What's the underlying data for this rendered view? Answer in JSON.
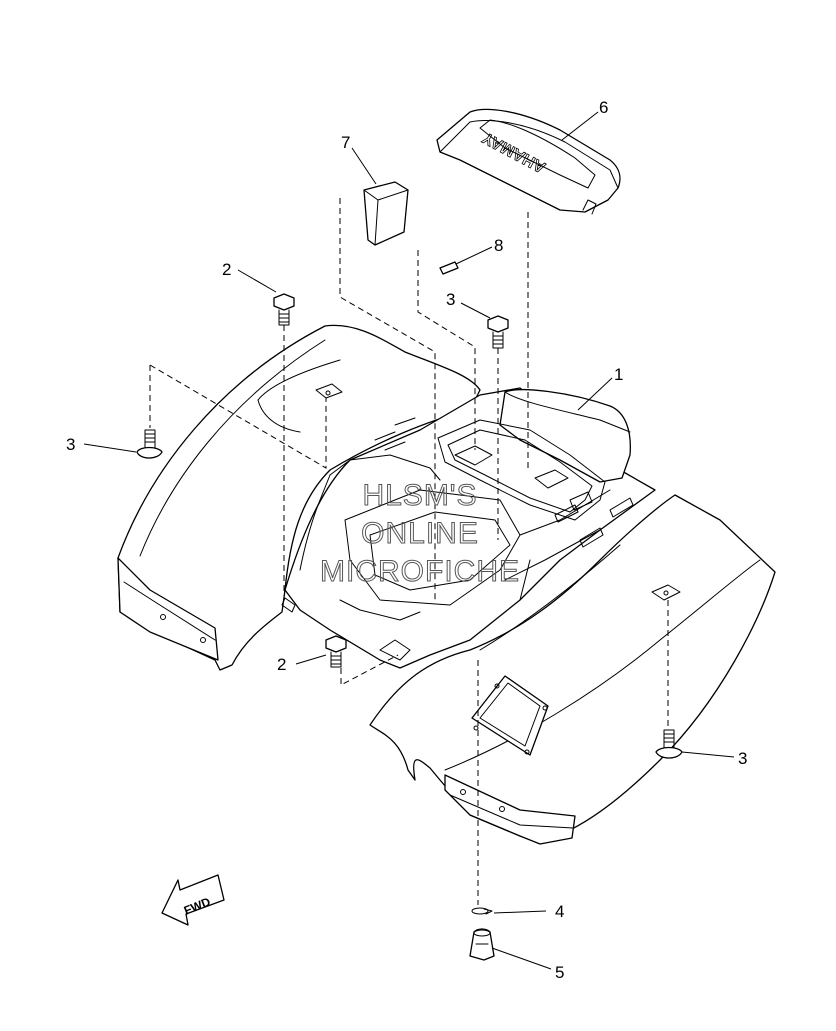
{
  "callouts": [
    {
      "id": "c1",
      "label": "1"
    },
    {
      "id": "c2a",
      "label": "2"
    },
    {
      "id": "c2b",
      "label": "2"
    },
    {
      "id": "c3a",
      "label": "3"
    },
    {
      "id": "c3b",
      "label": "3"
    },
    {
      "id": "c3c",
      "label": "3"
    },
    {
      "id": "c4",
      "label": "4"
    },
    {
      "id": "c5",
      "label": "5"
    },
    {
      "id": "c6",
      "label": "6"
    },
    {
      "id": "c7",
      "label": "7"
    },
    {
      "id": "c8",
      "label": "8"
    }
  ],
  "watermark": {
    "line1": "HLSM'S",
    "line2": "ONLINE",
    "line3": "MICROFICHE"
  },
  "fwd_label": "FWD",
  "pad_logo": "YAMAHA"
}
